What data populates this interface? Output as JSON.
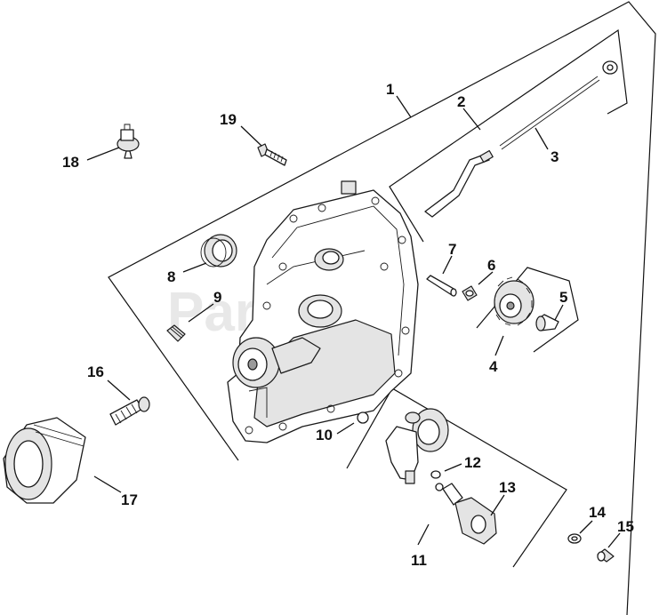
{
  "watermark": {
    "text": "PartsTree"
  },
  "callouts": [
    {
      "key": "c1",
      "label": "1"
    },
    {
      "key": "c2",
      "label": "2"
    },
    {
      "key": "c3",
      "label": "3"
    },
    {
      "key": "c4",
      "label": "4"
    },
    {
      "key": "c5",
      "label": "5"
    },
    {
      "key": "c6",
      "label": "6"
    },
    {
      "key": "c7",
      "label": "7"
    },
    {
      "key": "c8",
      "label": "8"
    },
    {
      "key": "c9",
      "label": "9"
    },
    {
      "key": "c10",
      "label": "10"
    },
    {
      "key": "c11",
      "label": "11"
    },
    {
      "key": "c12",
      "label": "12"
    },
    {
      "key": "c13",
      "label": "13"
    },
    {
      "key": "c14",
      "label": "14"
    },
    {
      "key": "c15",
      "label": "15"
    },
    {
      "key": "c16",
      "label": "16"
    },
    {
      "key": "c17",
      "label": "17"
    },
    {
      "key": "c18",
      "label": "18"
    },
    {
      "key": "c19",
      "label": "19"
    }
  ]
}
